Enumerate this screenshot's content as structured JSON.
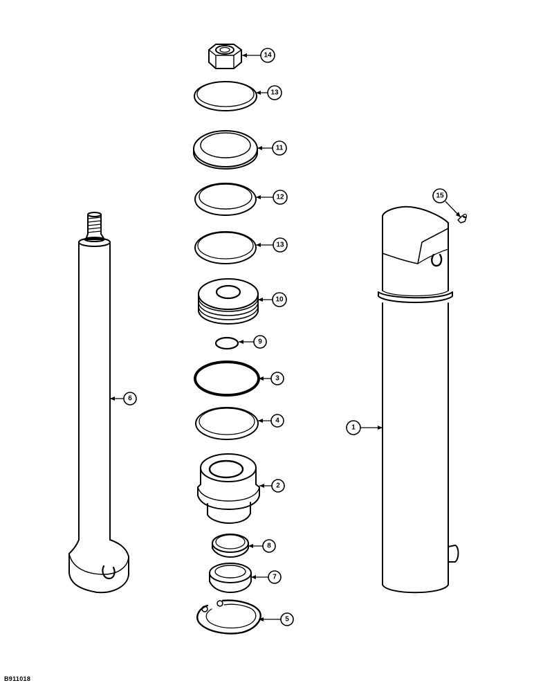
{
  "figure_id": "B911018",
  "callouts": {
    "c14": "14",
    "c13a": "13",
    "c11": "11",
    "c12": "12",
    "c13b": "13",
    "c10": "10",
    "c9": "9",
    "c3": "3",
    "c4": "4",
    "c2": "2",
    "c8": "8",
    "c7": "7",
    "c5": "5",
    "c6": "6",
    "c1": "1",
    "c15": "15"
  }
}
